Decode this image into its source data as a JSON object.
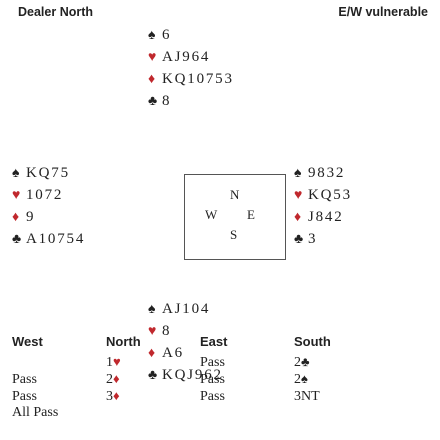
{
  "header": {
    "dealer": "Dealer North",
    "vulnerability": "E/W vulnerable"
  },
  "colors": {
    "red_suit": "#c0282d",
    "black_suit": "#222222"
  },
  "hands": {
    "north": {
      "spades": "6",
      "hearts": "AJ964",
      "diamonds": "KQ10753",
      "clubs": "8"
    },
    "west": {
      "spades": "KQ75",
      "hearts": "1072",
      "diamonds": "9",
      "clubs": "A10754"
    },
    "east": {
      "spades": "9832",
      "hearts": "KQ53",
      "diamonds": "J842",
      "clubs": "3"
    },
    "south": {
      "spades": "AJ104",
      "hearts": "8",
      "diamonds": "A6",
      "clubs": "KQJ962"
    }
  },
  "compass": {
    "n": "N",
    "w": "W",
    "e": "E",
    "s": "S"
  },
  "auction": {
    "headers": [
      "West",
      "North",
      "East",
      "South"
    ],
    "rows": [
      [
        {
          "t": ""
        },
        {
          "t": "1",
          "s": "♥"
        },
        {
          "t": "Pass"
        },
        {
          "t": "2",
          "s": "♣"
        }
      ],
      [
        {
          "t": "Pass"
        },
        {
          "t": "2",
          "s": "♦"
        },
        {
          "t": "Pass"
        },
        {
          "t": "2",
          "s": "♠"
        }
      ],
      [
        {
          "t": "Pass"
        },
        {
          "t": "3",
          "s": "♦"
        },
        {
          "t": "Pass"
        },
        {
          "t": "3NT"
        }
      ],
      [
        {
          "t": "All Pass"
        },
        {
          "t": ""
        },
        {
          "t": ""
        },
        {
          "t": ""
        }
      ]
    ]
  }
}
